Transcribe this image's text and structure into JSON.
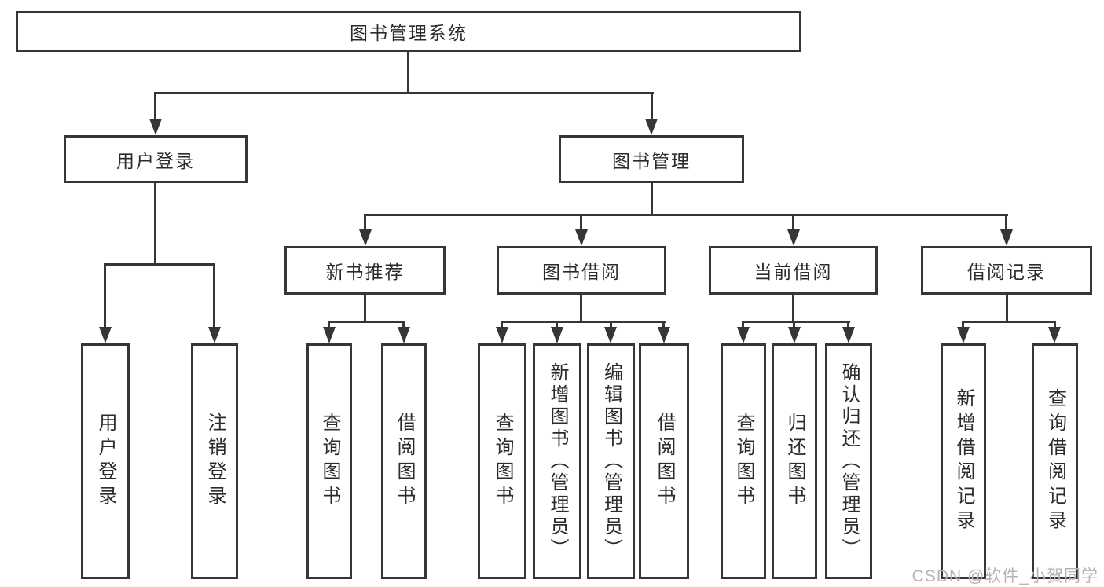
{
  "diagram": {
    "title": "图书管理系统",
    "branches": [
      {
        "label": "用户登录",
        "children": [
          {
            "label": "用户登录"
          },
          {
            "label": "注销登录"
          }
        ]
      },
      {
        "label": "图书管理",
        "children": [
          {
            "label": "新书推荐",
            "children": [
              {
                "label": "查询图书"
              },
              {
                "label": "借阅图书"
              }
            ]
          },
          {
            "label": "图书借阅",
            "children": [
              {
                "label": "查询图书"
              },
              {
                "label": "新增图书（管理员）"
              },
              {
                "label": "编辑图书（管理员）"
              },
              {
                "label": "借阅图书"
              }
            ]
          },
          {
            "label": "当前借阅",
            "children": [
              {
                "label": "查询图书"
              },
              {
                "label": "归还图书"
              },
              {
                "label": "确认归还（管理员）"
              }
            ]
          },
          {
            "label": "借阅记录",
            "children": [
              {
                "label": "新增借阅记录"
              },
              {
                "label": "查询借阅记录"
              }
            ]
          }
        ]
      }
    ]
  },
  "watermark": {
    "text": "CSDN @软件_小贺同学"
  },
  "colors": {
    "line": "#363636",
    "text": "#2b2b2b",
    "watermark": "#b5b5b5",
    "background": "#ffffff"
  }
}
